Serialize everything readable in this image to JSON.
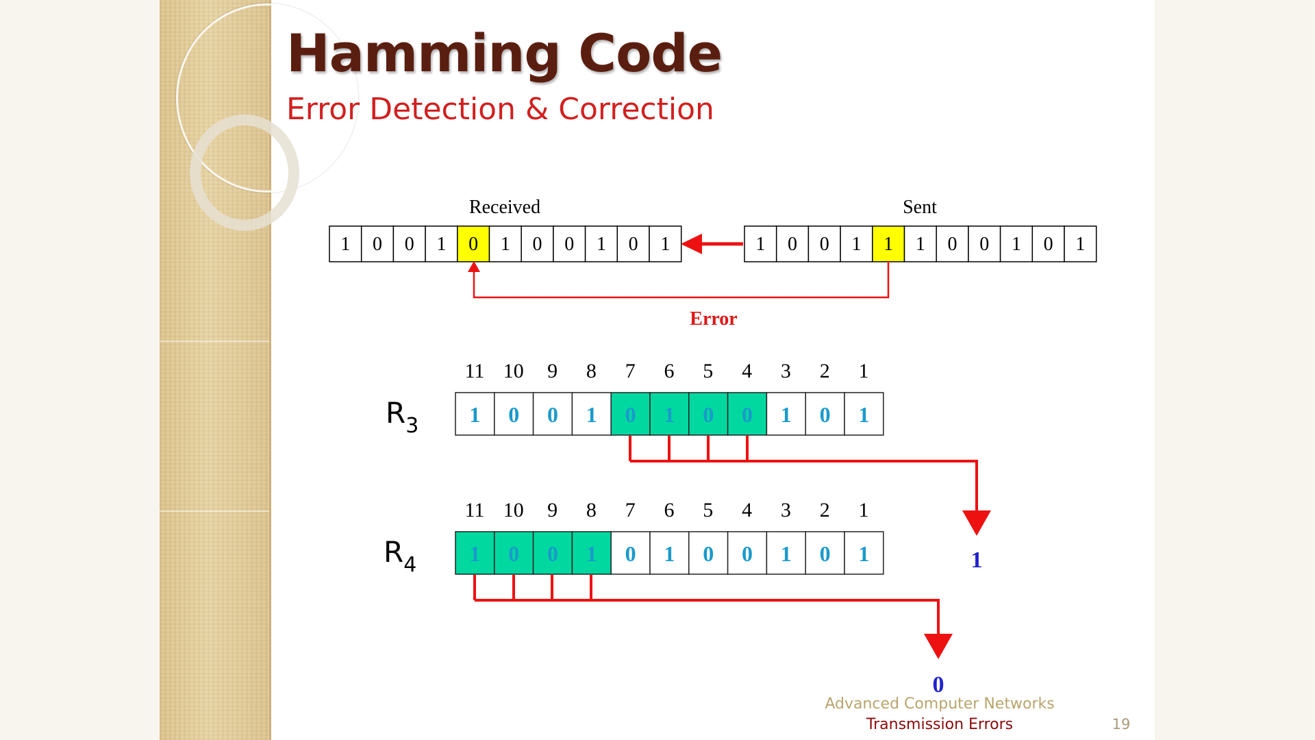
{
  "slide": {
    "title": "Hamming Code",
    "subtitle": "Error Detection & Correction",
    "footer": {
      "course": "Advanced Computer Networks",
      "topic": "Transmission Errors",
      "page_number": "19"
    }
  },
  "diagram": {
    "received": {
      "label": "Received",
      "bits": [
        "1",
        "0",
        "0",
        "1",
        "0",
        "1",
        "0",
        "0",
        "1",
        "0",
        "1"
      ],
      "highlight_index": 4
    },
    "sent": {
      "label": "Sent",
      "bits": [
        "1",
        "0",
        "0",
        "1",
        "1",
        "1",
        "0",
        "0",
        "1",
        "0",
        "1"
      ],
      "highlight_index": 4
    },
    "error_label": "Error",
    "positions": [
      "11",
      "10",
      "9",
      "8",
      "7",
      "6",
      "5",
      "4",
      "3",
      "2",
      "1"
    ],
    "rows": [
      {
        "label_base": "R",
        "label_sub": "3",
        "bits": [
          "1",
          "0",
          "0",
          "1",
          "0",
          "1",
          "0",
          "0",
          "1",
          "0",
          "1"
        ],
        "highlighted_positions": [
          "7",
          "6",
          "5",
          "4"
        ],
        "result": "1"
      },
      {
        "label_base": "R",
        "label_sub": "4",
        "bits": [
          "1",
          "0",
          "0",
          "1",
          "0",
          "1",
          "0",
          "0",
          "1",
          "0",
          "1"
        ],
        "highlighted_positions": [
          "11",
          "10",
          "9",
          "8"
        ],
        "result": "0"
      }
    ]
  },
  "colors": {
    "title": "#5a1e10",
    "subtitle": "#d21f1f",
    "highlight_yellow": "#ffff00",
    "highlight_green": "#00d8a0",
    "bit_blue": "#1a9acb",
    "arrow_red": "#ee1111",
    "result_blue": "#2222cc",
    "footer_course": "#b9a46c",
    "footer_topic": "#8a0a0a",
    "page_number": "#a89a78"
  }
}
